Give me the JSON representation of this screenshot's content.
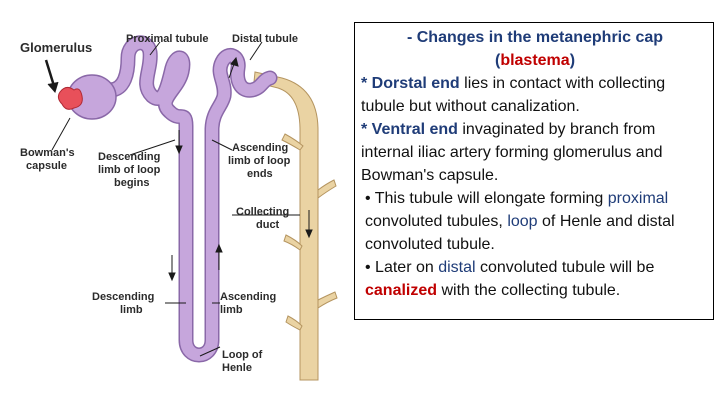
{
  "diagram": {
    "labels": {
      "glomerulus": "Glomerulus",
      "proximal_tubule": "Proximal tubule",
      "distal_tubule": "Distal tubule",
      "bowmans_capsule_1": "Bowman's",
      "bowmans_capsule_2": "capsule",
      "descending_limb_begins_1": "Descending",
      "descending_limb_begins_2": "limb of loop",
      "descending_limb_begins_3": "begins",
      "ascending_limb_ends_1": "Ascending",
      "ascending_limb_ends_2": "limb of loop",
      "ascending_limb_ends_3": "ends",
      "collecting_duct_1": "Collecting",
      "collecting_duct_2": "duct",
      "descending_limb_1": "Descending",
      "descending_limb_2": "limb",
      "ascending_limb_1": "Ascending",
      "ascending_limb_2": "limb",
      "loop_of_henle_1": "Loop of",
      "loop_of_henle_2": "Henle"
    },
    "colors": {
      "tubule": "#c6a6dc",
      "tubule_outline": "#8a68a8",
      "duct": "#ead3a3",
      "duct_outline": "#b59560",
      "glomerulus": "#e8505a"
    }
  },
  "panel": {
    "heading": "- Changes in the metanephric cap",
    "heading_open": "(",
    "heading_blastema": "blastema",
    "heading_close": ")",
    "p1_term": "* Dorstal end",
    "p1_rest": " lies in contact with collecting tubule but without canalization.",
    "p2_term": "* Ventral end",
    "p2_rest": " invaginated by branch from internal iliac artery forming glomerulus and Bowman's capsule.",
    "p3_pre": "• This tubule will elongate forming ",
    "p3_proximal": "proximal",
    "p3_mid": " convoluted tubules, ",
    "p3_loop": "loop",
    "p3_post": " of Henle and distal convoluted tubule.",
    "p4_pre": "• Later on ",
    "p4_distal": "distal",
    "p4_mid": " convoluted tubule will be ",
    "p4_canalized": "canalized",
    "p4_post": " with the collecting tubule."
  }
}
